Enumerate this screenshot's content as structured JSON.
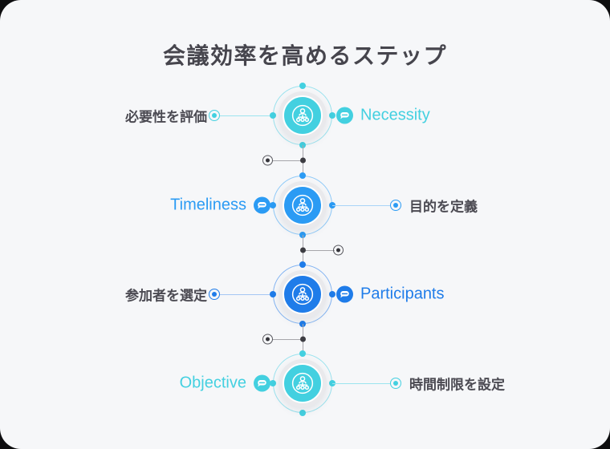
{
  "title": "会議効率を高めるステップ",
  "theme": {
    "card_background": "#f6f7f9",
    "title_color": "#46454d",
    "jp_label_color": "#4b4a52",
    "gray_ring_color": "#e9e9ec",
    "connector_line_color": "#a6a6ab",
    "connector_dot_color": "#3c3c42"
  },
  "nodes": [
    {
      "jp_label": "必要性を評価",
      "en_label": "Necessity",
      "color": "#43d0e0",
      "ring_color": "#9ae2ee",
      "line_color": "#9ce4ef"
    },
    {
      "jp_label": "目的を定義",
      "en_label": "Timeliness",
      "color": "#2b9bf4",
      "ring_color": "#8ec9f8",
      "line_color": "#a8d4f8"
    },
    {
      "jp_label": "参加者を選定",
      "en_label": "Participants",
      "color": "#1f7ce9",
      "ring_color": "#83b4f2",
      "line_color": "#a4c6f4"
    },
    {
      "jp_label": "時間制限を設定",
      "en_label": "Objective",
      "color": "#43d0e0",
      "ring_color": "#9ae2ee",
      "line_color": "#9ce4ef"
    }
  ],
  "icons": {
    "node_icon": "org-hierarchy-icon",
    "label_icon": "speech-bubble-icon"
  }
}
